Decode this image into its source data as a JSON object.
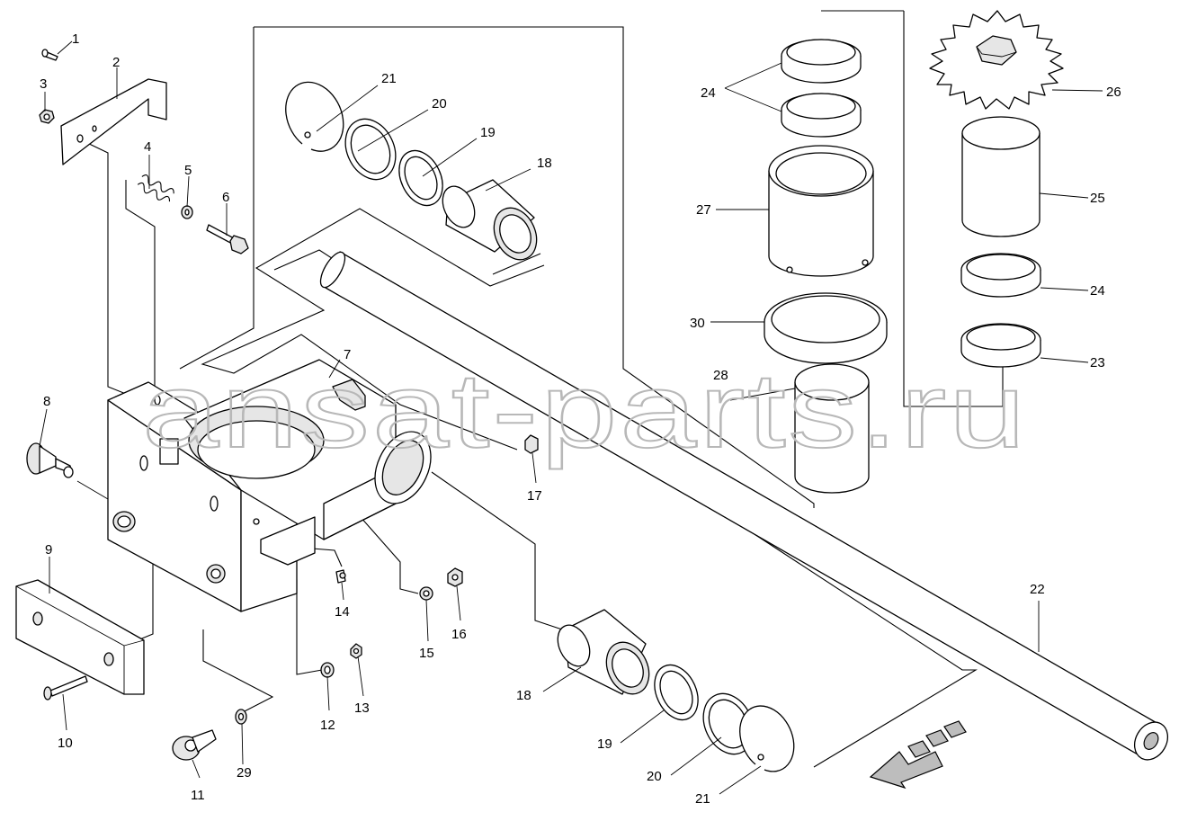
{
  "watermark": "ansat-parts.ru",
  "callouts": {
    "c1": "1",
    "c2": "2",
    "c3": "3",
    "c4": "4",
    "c5": "5",
    "c6": "6",
    "c7": "7",
    "c8": "8",
    "c9": "9",
    "c10": "10",
    "c11": "11",
    "c12": "12",
    "c13": "13",
    "c14": "14",
    "c15": "15",
    "c16": "16",
    "c17": "17",
    "c18a": "18",
    "c18b": "18",
    "c19a": "19",
    "c19b": "19",
    "c20a": "20",
    "c20b": "20",
    "c21a": "21",
    "c21b": "21",
    "c22": "22",
    "c23": "23",
    "c24a": "24",
    "c24b": "24",
    "c25": "25",
    "c26": "26",
    "c27": "27",
    "c28": "28",
    "c29": "29",
    "c30": "30"
  },
  "colors": {
    "line": "#000000",
    "watermark": "#b8b8b8",
    "background": "#ffffff",
    "shade": "#bdbdbd"
  }
}
